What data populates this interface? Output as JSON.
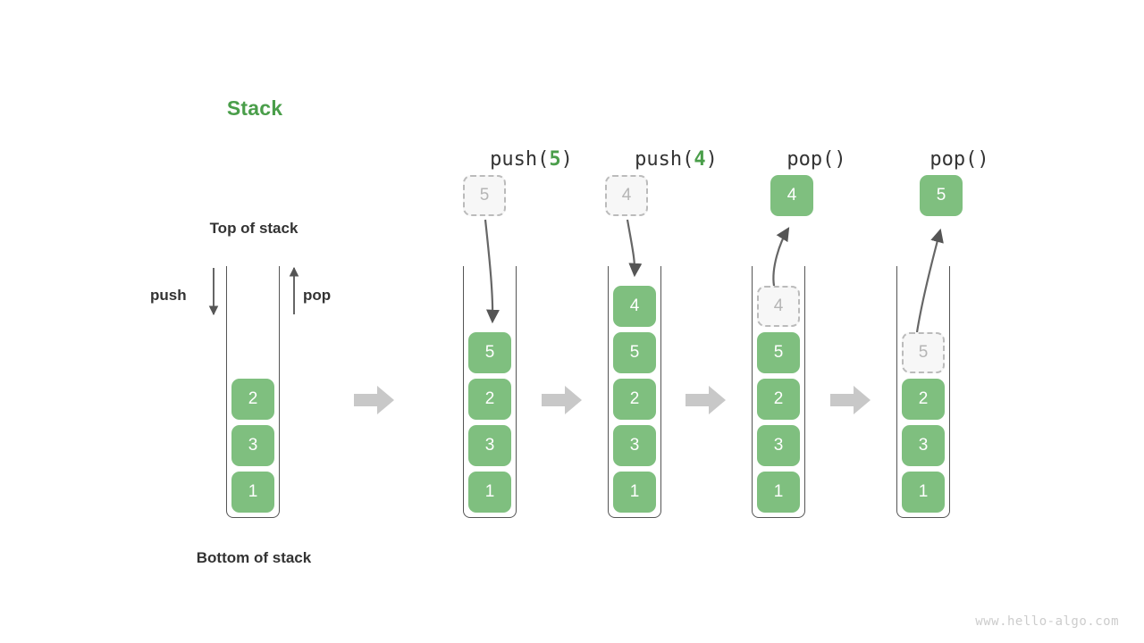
{
  "diagram": {
    "title": "Stack",
    "title_color": "#4a9e4a",
    "top_label": "Top of stack",
    "bottom_label": "Bottom of stack",
    "push_label": "push",
    "pop_label": "pop",
    "watermark": "www.hello-algo.com",
    "cell_color": "#7fbf7f",
    "ghost_color": "#b5b5b5",
    "arrow_color": "#555555",
    "block_arrow_color": "#c8c8c8"
  },
  "steps": [
    {
      "id": "initial",
      "header_prefix": "",
      "header_arg": "",
      "header_suffix": "",
      "stack": [
        "2",
        "3",
        "1"
      ],
      "floating": null,
      "ghost": null
    },
    {
      "id": "push-5",
      "header_prefix": "push(",
      "header_arg": "5",
      "header_suffix": ")",
      "stack": [
        "5",
        "2",
        "3",
        "1"
      ],
      "floating": "5",
      "ghost": null
    },
    {
      "id": "push-4",
      "header_prefix": "push(",
      "header_arg": "4",
      "header_suffix": ")",
      "stack": [
        "4",
        "5",
        "2",
        "3",
        "1"
      ],
      "floating": "4",
      "ghost": null
    },
    {
      "id": "pop-4",
      "header_prefix": "pop(",
      "header_arg": "",
      "header_suffix": ")",
      "stack": [
        "5",
        "2",
        "3",
        "1"
      ],
      "floating": "4",
      "ghost": "4"
    },
    {
      "id": "pop-5",
      "header_prefix": "pop(",
      "header_arg": "",
      "header_suffix": ")",
      "stack": [
        "2",
        "3",
        "1"
      ],
      "floating": "5",
      "ghost": "5"
    }
  ]
}
